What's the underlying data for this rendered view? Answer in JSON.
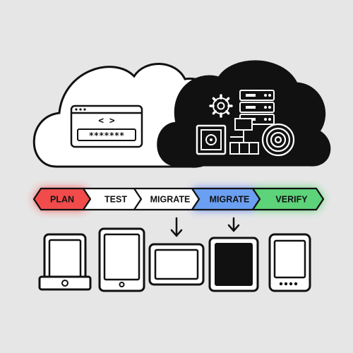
{
  "steps": [
    {
      "label": "PLAN",
      "fill": "#f24b4b",
      "glow": "#ff2a2a"
    },
    {
      "label": "TEST",
      "fill": "#ffffff",
      "glow": null
    },
    {
      "label": "MIGRATE",
      "fill": "#ffffff",
      "glow": null
    },
    {
      "label": "MIGRATE",
      "fill": "#6b9ff2",
      "glow": "#3b6cf6"
    },
    {
      "label": "VERIFY",
      "fill": "#5dd37a",
      "glow": "#27d04a"
    }
  ],
  "left_cloud": {
    "icon": "browser-code-window-icon",
    "code_glyph": "< >",
    "password_mask": "*******"
  },
  "right_cloud": {
    "icons": [
      "gear-icon",
      "server-rack-icon",
      "network-tree-icon",
      "safe-icon",
      "target-disk-icon"
    ]
  },
  "devices": [
    "laptop-icon",
    "tablet-portrait-icon",
    "tablet-landscape-icon",
    "tablet-filled-icon",
    "smartphone-icon"
  ],
  "colors": {
    "background": "#e6e6e6",
    "stroke": "#111111"
  }
}
